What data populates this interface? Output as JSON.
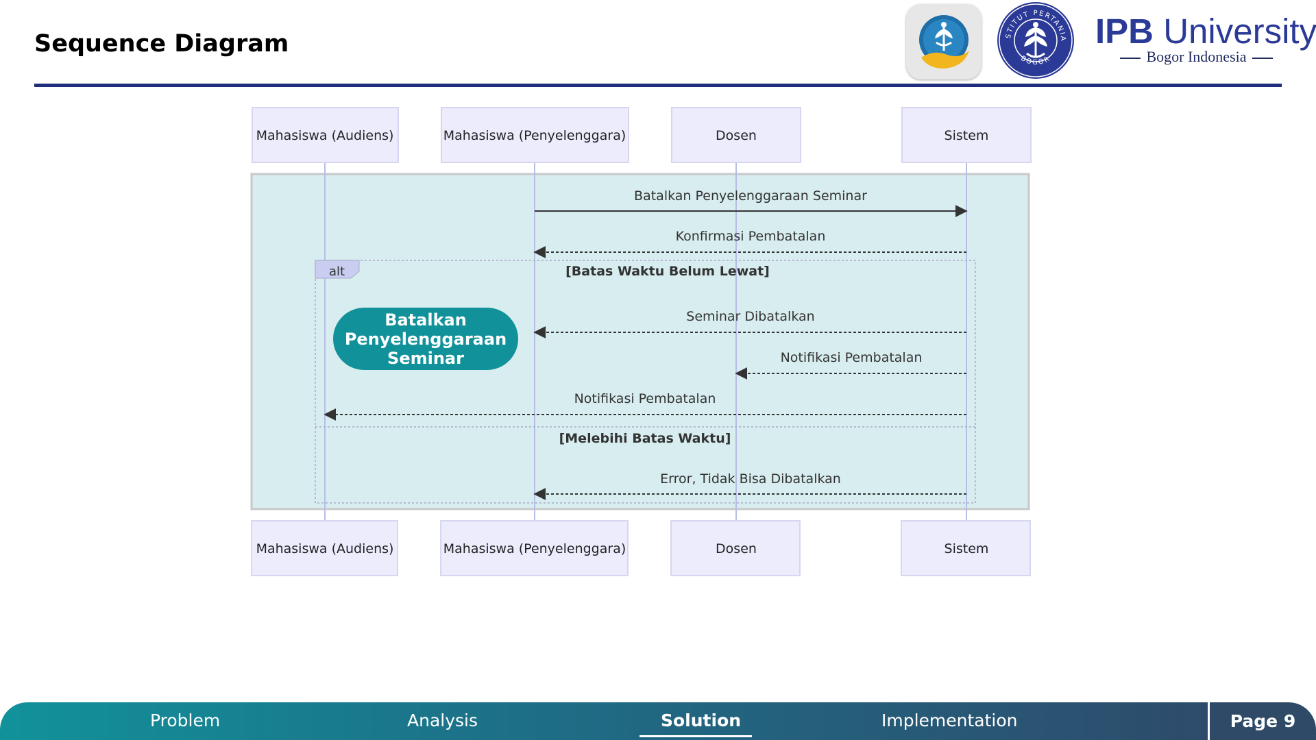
{
  "header": {
    "title": "Sequence Diagram",
    "brand": {
      "name_bold": "IPB",
      "name_rest": " University",
      "subtitle": "Bogor Indonesia",
      "seal_text_top": "INSTITUT PERTANIAN",
      "seal_text_bottom": "BOGOR"
    }
  },
  "diagram": {
    "participants": [
      "Mahasiswa (Audiens)",
      "Mahasiswa (Penyelenggara)",
      "Dosen",
      "Sistem"
    ],
    "messages": [
      {
        "from": "Mahasiswa (Penyelenggara)",
        "to": "Sistem",
        "label": "Batalkan Penyelenggaraan Seminar",
        "style": "solid"
      },
      {
        "from": "Sistem",
        "to": "Mahasiswa (Penyelenggara)",
        "label": "Konfirmasi Pembatalan",
        "style": "dashed"
      },
      {
        "from": "Sistem",
        "to": "Mahasiswa (Penyelenggara)",
        "label": "Seminar Dibatalkan",
        "style": "dashed"
      },
      {
        "from": "Sistem",
        "to": "Dosen",
        "label": "Notifikasi Pembatalan",
        "style": "dashed"
      },
      {
        "from": "Sistem",
        "to": "Mahasiswa (Audiens)",
        "label": "Notifikasi Pembatalan",
        "style": "dashed"
      },
      {
        "from": "Sistem",
        "to": "Mahasiswa (Penyelenggara)",
        "label": "Error, Tidak Bisa Dibatalkan",
        "style": "dashed"
      }
    ],
    "alt_fragment": {
      "keyword": "alt",
      "guard_1": "[Batas Waktu Belum Lewat]",
      "guard_2": "[Melebihi Batas Waktu]"
    },
    "callout": "Batalkan Penyelenggaraan Seminar",
    "colors": {
      "participant_fill": "#ececfd",
      "participant_stroke": "#d6d6f0",
      "region_fill": "#d8edef",
      "lifeline": "#b8bde6",
      "arrow": "#333333",
      "callout_fill": "#11929a"
    }
  },
  "footer": {
    "nav": [
      {
        "label": "Problem",
        "active": false
      },
      {
        "label": "Analysis",
        "active": false
      },
      {
        "label": "Solution",
        "active": true
      },
      {
        "label": "Implementation",
        "active": false
      }
    ],
    "page": "Page 9"
  }
}
